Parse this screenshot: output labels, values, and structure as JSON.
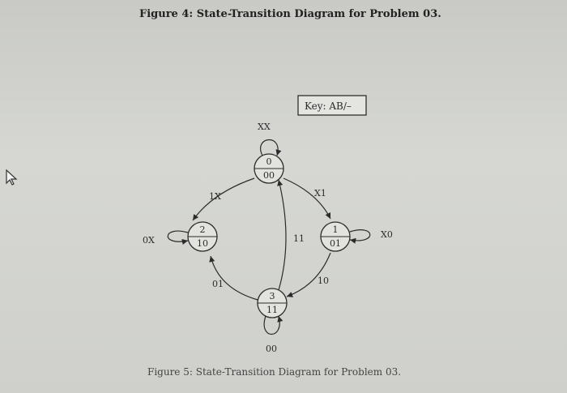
{
  "figure": {
    "title": "Figure 4: State-Transition Diagram for Problem 03.",
    "caption": "Figure 5: State-Transition Diagram for Problem 03.",
    "key": "Key: AB/–"
  },
  "states": [
    {
      "id": "0",
      "code": "00"
    },
    {
      "id": "1",
      "code": "01"
    },
    {
      "id": "2",
      "code": "10"
    },
    {
      "id": "3",
      "code": "11"
    }
  ],
  "edges": [
    {
      "from": "0",
      "to": "0",
      "label": "XX"
    },
    {
      "from": "0",
      "to": "1",
      "label": "X1"
    },
    {
      "from": "0",
      "to": "2",
      "label": "1X"
    },
    {
      "from": "1",
      "to": "1",
      "label": "X0"
    },
    {
      "from": "2",
      "to": "2",
      "label": "0X"
    },
    {
      "from": "3",
      "to": "2",
      "label": "01"
    },
    {
      "from": "1",
      "to": "3",
      "label": "10"
    },
    {
      "from": "3",
      "to": "0",
      "label": "11"
    },
    {
      "from": "3",
      "to": "3",
      "label": "00"
    }
  ],
  "icons": {
    "cursor": "mouse-pointer-icon"
  }
}
